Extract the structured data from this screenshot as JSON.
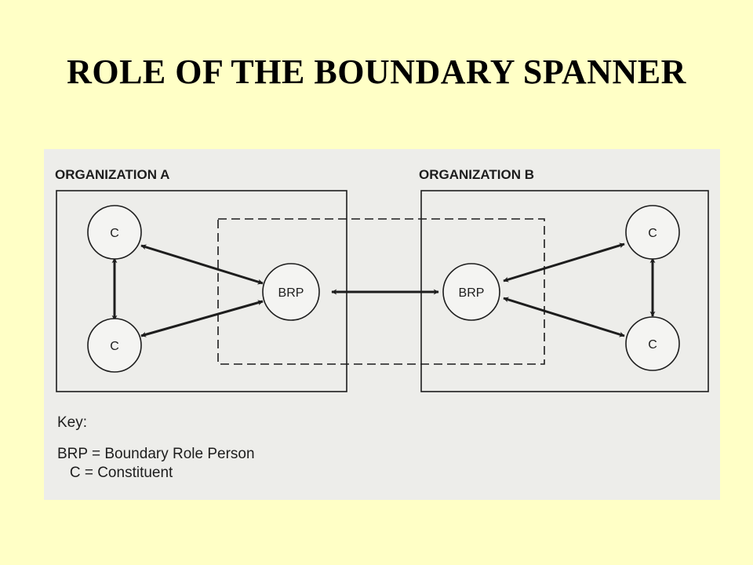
{
  "slide": {
    "title": "ROLE OF THE BOUNDARY SPANNER"
  },
  "diagram": {
    "organization_a": "ORGANIZATION A",
    "organization_b": "ORGANIZATION B",
    "nodes": {
      "constituent": "C",
      "boundary_role_person": "BRP"
    }
  },
  "key": {
    "heading": "Key:",
    "brp_line": "BRP = Boundary Role Person",
    "c_line": "   C = Constituent"
  },
  "colors": {
    "background": "#ffffc6",
    "figure_background": "#ededea",
    "ink": "#1d1d1d"
  }
}
